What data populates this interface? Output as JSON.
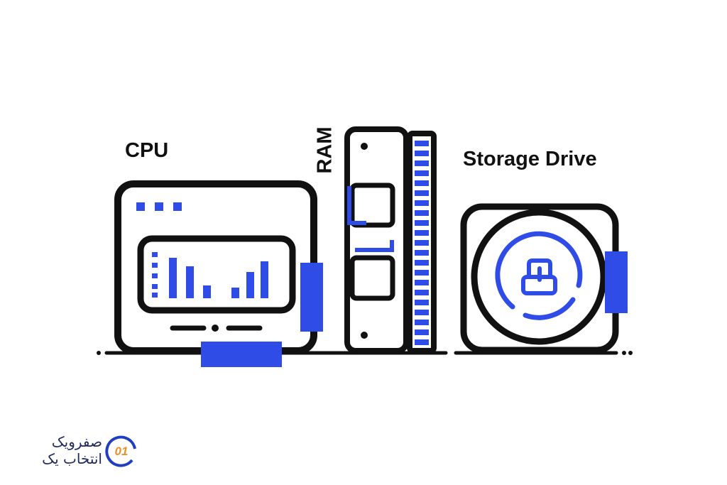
{
  "labels": {
    "cpu": "CPU",
    "ram": "RAM",
    "storage": "Storage Drive"
  },
  "logo": {
    "line1": "صفرویک",
    "line2": "انتخاب یک",
    "mark": "01"
  },
  "colors": {
    "accent": "#2f4de6",
    "stroke": "#111111",
    "logo_orange": "#e8912d"
  }
}
